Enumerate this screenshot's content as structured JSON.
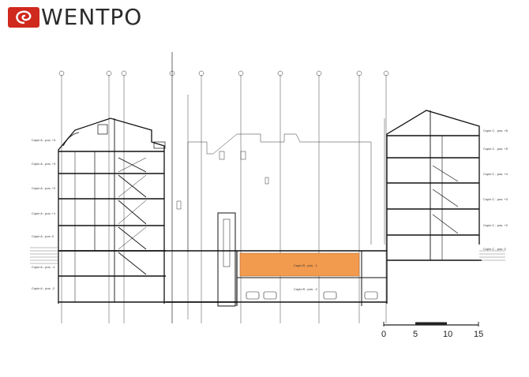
{
  "brand": {
    "name": "WENTPO",
    "accent": "#d0291e"
  },
  "drawing": {
    "highlight_color": "#f29a4e",
    "level_labels_left": [
      "Copiz A - pos. +4",
      "Copiz A - pos. +3",
      "Copiz A - pos. +2",
      "Copiz A - pos. +1",
      "Copiz A - pos. 0",
      "Copiz A - pos. -1",
      "Copiz A - pos. -2"
    ],
    "level_labels_right": [
      "Copiz C - pos. +6",
      "Copiz C - pos. +5",
      "Copiz C - pos. +4",
      "Copiz C - pos. +3",
      "Copiz C - pos. +2",
      "Copiz C - pos. 0"
    ],
    "center_labels": {
      "highlight": "Copiz B - pos. -1",
      "lower": "Copiz B - pos. -2"
    }
  },
  "scale_bar": {
    "ticks": [
      "0",
      "5",
      "10",
      "15"
    ]
  }
}
